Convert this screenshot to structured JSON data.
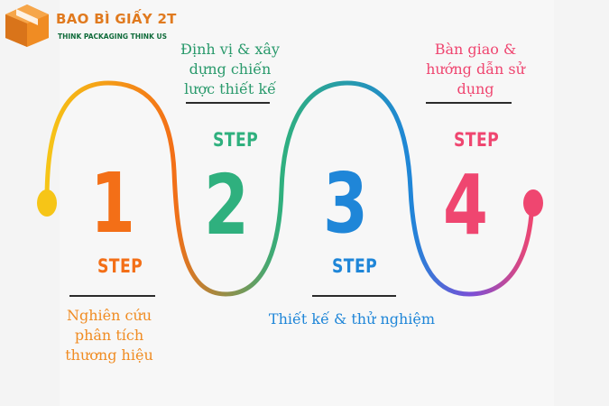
{
  "brand": {
    "name": "BAO BÌ GIẤY 2T",
    "tagline": "THINK PACKAGING THINK US",
    "logo_color": "#f08c23",
    "tagline_color": "#0f6b3a"
  },
  "steps": [
    {
      "word": "STEP",
      "number": "1",
      "caption_lines": [
        "Nghiên cứu",
        "phân tích",
        "thương hiệu"
      ],
      "color": "#f36f17"
    },
    {
      "word": "STEP",
      "number": "2",
      "caption_lines": [
        "Định vị & xây",
        "dựng chiến",
        "lược thiết kế"
      ],
      "color": "#2fb07e"
    },
    {
      "word": "STEP",
      "number": "3",
      "caption_lines": [
        "Thiết kế & thử nghiệm"
      ],
      "color": "#1f86d8"
    },
    {
      "word": "STEP",
      "number": "4",
      "caption_lines": [
        "Bàn giao &",
        "hướng dẫn sử",
        "dụng"
      ],
      "color": "#ef4670"
    }
  ]
}
